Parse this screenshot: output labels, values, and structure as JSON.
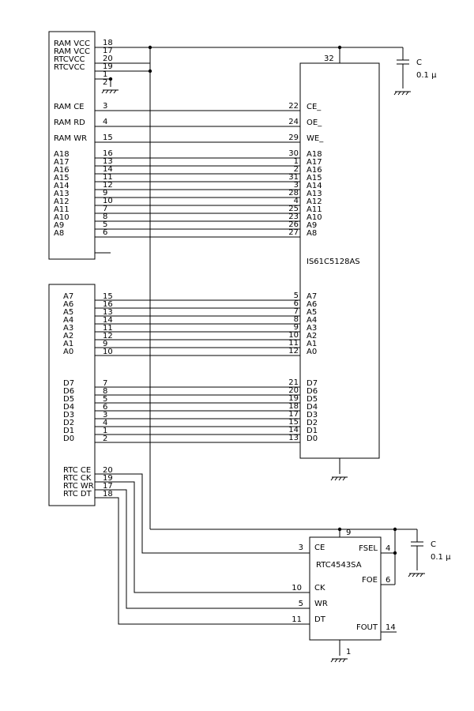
{
  "connector_top": {
    "signals": [
      {
        "name": "RAM VCC",
        "pin": "18"
      },
      {
        "name": "RAM VCC",
        "pin": "17"
      },
      {
        "name": "RTCVCC",
        "pin": "20"
      },
      {
        "name": "RTCVCC",
        "pin": "19"
      },
      {
        "name": "",
        "pin": "1"
      },
      {
        "name": "",
        "pin": "2"
      },
      {
        "name": "RAM CE",
        "pin": "3"
      },
      {
        "name": "RAM RD",
        "pin": "4"
      },
      {
        "name": "RAM WR",
        "pin": "15"
      },
      {
        "name": "A18",
        "pin": "16"
      },
      {
        "name": "A17",
        "pin": "13"
      },
      {
        "name": "A16",
        "pin": "14"
      },
      {
        "name": "A15",
        "pin": "11"
      },
      {
        "name": "A14",
        "pin": "12"
      },
      {
        "name": "A13",
        "pin": "9"
      },
      {
        "name": "A12",
        "pin": "10"
      },
      {
        "name": "A11",
        "pin": "7"
      },
      {
        "name": "A10",
        "pin": "8"
      },
      {
        "name": "A9",
        "pin": "5"
      },
      {
        "name": "A8",
        "pin": "6"
      }
    ]
  },
  "connector_bottom": {
    "signals": [
      {
        "name": "A7",
        "pin": "15"
      },
      {
        "name": "A6",
        "pin": "16"
      },
      {
        "name": "A5",
        "pin": "13"
      },
      {
        "name": "A4",
        "pin": "14"
      },
      {
        "name": "A3",
        "pin": "11"
      },
      {
        "name": "A2",
        "pin": "12"
      },
      {
        "name": "A1",
        "pin": "9"
      },
      {
        "name": "A0",
        "pin": "10"
      },
      {
        "name": "D7",
        "pin": "7"
      },
      {
        "name": "D6",
        "pin": "8"
      },
      {
        "name": "D5",
        "pin": "5"
      },
      {
        "name": "D4",
        "pin": "6"
      },
      {
        "name": "D3",
        "pin": "3"
      },
      {
        "name": "D2",
        "pin": "4"
      },
      {
        "name": "D1",
        "pin": "1"
      },
      {
        "name": "D0",
        "pin": "2"
      },
      {
        "name": "RTC CE",
        "pin": "20"
      },
      {
        "name": "RTC CK",
        "pin": "19"
      },
      {
        "name": "RTC WR",
        "pin": "17"
      },
      {
        "name": "RTC DT",
        "pin": "18"
      }
    ]
  },
  "ram": {
    "part": "IS61C5128AS",
    "vcc_pin": "32",
    "pins": [
      {
        "name": "CE_",
        "pin": "22"
      },
      {
        "name": "OE_",
        "pin": "24"
      },
      {
        "name": "WE_",
        "pin": "29"
      },
      {
        "name": "A18",
        "pin": "30"
      },
      {
        "name": "A17",
        "pin": "1"
      },
      {
        "name": "A16",
        "pin": "2"
      },
      {
        "name": "A15",
        "pin": "31"
      },
      {
        "name": "A14",
        "pin": "3"
      },
      {
        "name": "A13",
        "pin": "28"
      },
      {
        "name": "A12",
        "pin": "4"
      },
      {
        "name": "A11",
        "pin": "25"
      },
      {
        "name": "A10",
        "pin": "23"
      },
      {
        "name": "A9",
        "pin": "26"
      },
      {
        "name": "A8",
        "pin": "27"
      },
      {
        "name": "A7",
        "pin": "5"
      },
      {
        "name": "A6",
        "pin": "6"
      },
      {
        "name": "A5",
        "pin": "7"
      },
      {
        "name": "A4",
        "pin": "8"
      },
      {
        "name": "A3",
        "pin": "9"
      },
      {
        "name": "A2",
        "pin": "10"
      },
      {
        "name": "A1",
        "pin": "11"
      },
      {
        "name": "A0",
        "pin": "12"
      },
      {
        "name": "D7",
        "pin": "21"
      },
      {
        "name": "D6",
        "pin": "20"
      },
      {
        "name": "D5",
        "pin": "19"
      },
      {
        "name": "D4",
        "pin": "18"
      },
      {
        "name": "D3",
        "pin": "17"
      },
      {
        "name": "D2",
        "pin": "15"
      },
      {
        "name": "D1",
        "pin": "14"
      },
      {
        "name": "D0",
        "pin": "13"
      }
    ]
  },
  "rtc": {
    "part": "RTC4543SA",
    "vdd_pin": "9",
    "gnd_pin": "1",
    "pins": [
      {
        "name": "CE",
        "pin": "3"
      },
      {
        "name": "CK",
        "pin": "10"
      },
      {
        "name": "WR",
        "pin": "5"
      },
      {
        "name": "DT",
        "pin": "11"
      },
      {
        "name": "FSEL",
        "pin": "4"
      },
      {
        "name": "FOE",
        "pin": "6"
      },
      {
        "name": "FOUT",
        "pin": "14"
      }
    ]
  },
  "capacitors": [
    {
      "ref": "C",
      "value": "0.1 μ"
    },
    {
      "ref": "C",
      "value": "0.1 μ"
    }
  ]
}
